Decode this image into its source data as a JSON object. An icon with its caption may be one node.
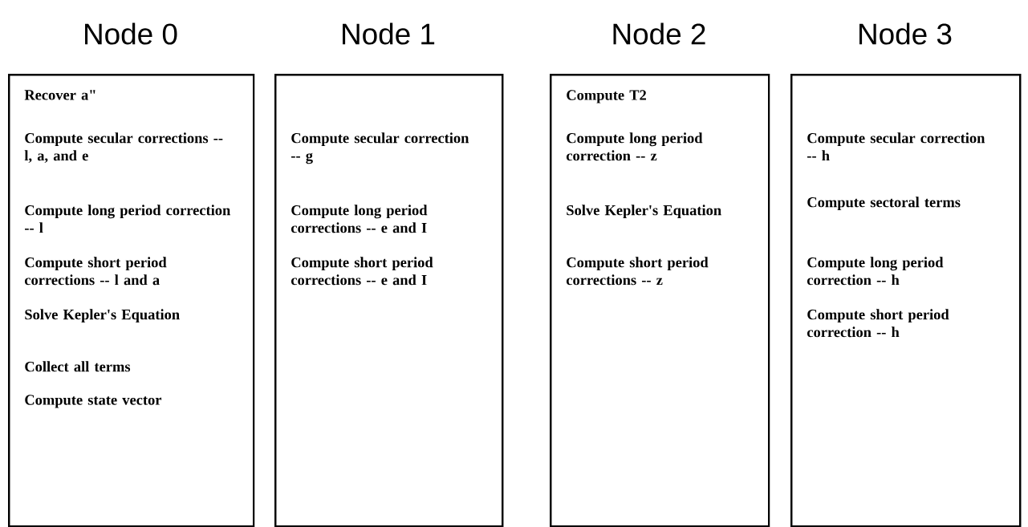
{
  "diagram": {
    "nodes": [
      {
        "text": [
          "Node 0",
          "Recover a\"",
          "Compute secular corrections -- l, a, and e",
          "Compute long period correction -- l",
          "Compute short period corrections -- l and a",
          "Solve Kepler's Equation",
          "Collect all terms",
          "Compute state vector"
        ]
      },
      {
        "text": [
          "Node 1",
          "Compute secular correction -- g",
          "Compute long period corrections -- e and I",
          "Compute short period corrections -- e and I"
        ]
      },
      {
        "text": [
          "Node 2",
          "Compute T2",
          "Compute long period correction -- z",
          "Solve Kepler's Equation",
          "Compute short period corrections -- z"
        ]
      },
      {
        "text": [
          "Node 3",
          "Compute secular correction -- h",
          "Compute sectoral terms",
          "Compute long period correction -- h",
          "Compute short period correction -- h"
        ]
      }
    ]
  }
}
